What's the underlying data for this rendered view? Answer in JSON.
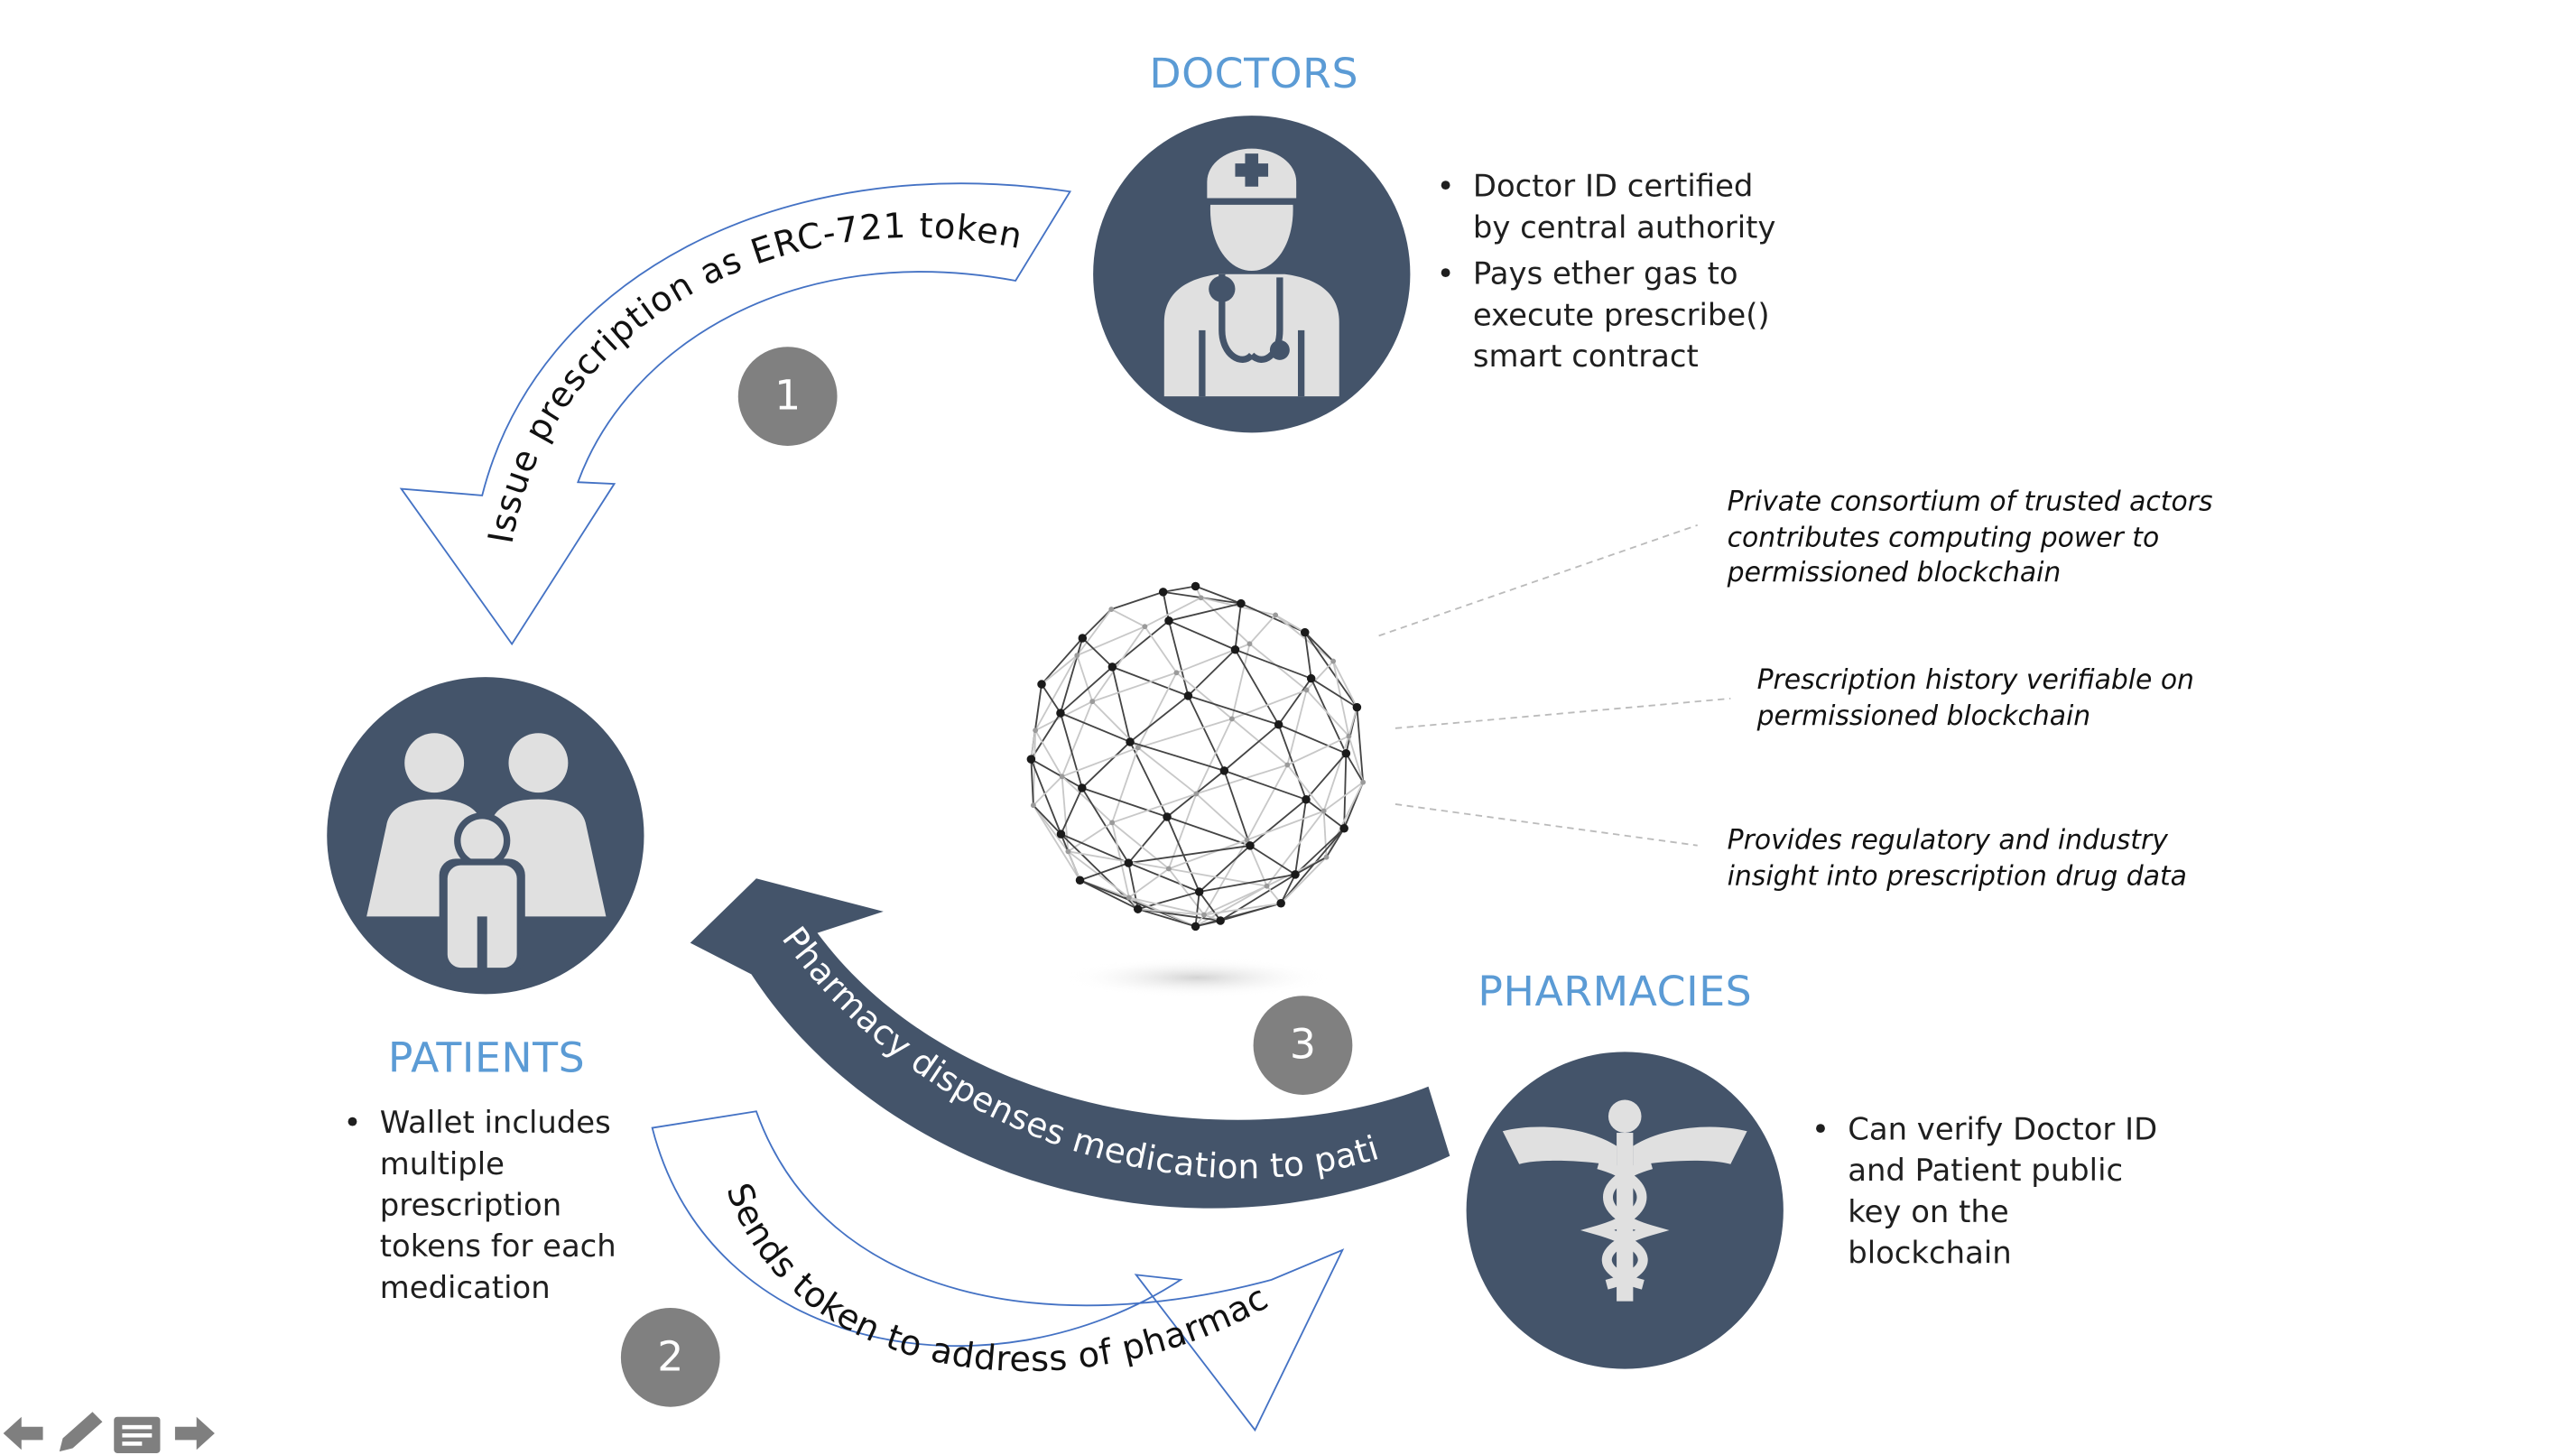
{
  "colors": {
    "accent": "#5b9bd5",
    "icon_circle": "#44546a",
    "badge": "#808080",
    "arrow_fill": "#44546a"
  },
  "doctors": {
    "heading": "DOCTORS",
    "bullets": [
      [
        "Doctor ID certified",
        "by central authority"
      ],
      [
        "Pays ether gas to",
        "execute prescribe()",
        "smart contract"
      ]
    ]
  },
  "patients": {
    "heading": "PATIENTS",
    "bullets": [
      [
        "Wallet includes",
        "multiple",
        "prescription",
        "tokens for each",
        "medication"
      ]
    ]
  },
  "pharmacies": {
    "heading": "PHARMACIES",
    "bullets": [
      [
        "Can verify Doctor ID",
        "and Patient public",
        "key on the",
        "blockchain"
      ]
    ]
  },
  "blockchain_notes": [
    [
      "Private consortium of trusted actors",
      "contributes computing power to",
      "permissioned blockchain"
    ],
    [
      "Prescription history verifiable on",
      "permissioned blockchain"
    ],
    [
      "Provides regulatory and industry",
      "insight into prescription drug data"
    ]
  ],
  "steps": [
    {
      "number": "1",
      "label": "Issue prescription as ERC-721 token"
    },
    {
      "number": "2",
      "label": "Sends token to address of pharmacy"
    },
    {
      "number": "3",
      "label": "Pharmacy dispenses medication to patient"
    }
  ],
  "icons": {
    "doctor": "doctor-icon",
    "patients": "family-icon",
    "pharmacy": "caduceus-icon",
    "blockchain": "network-sphere-icon"
  },
  "nav": [
    "arrow-left-icon",
    "pen-icon",
    "notes-icon",
    "arrow-right-icon"
  ]
}
